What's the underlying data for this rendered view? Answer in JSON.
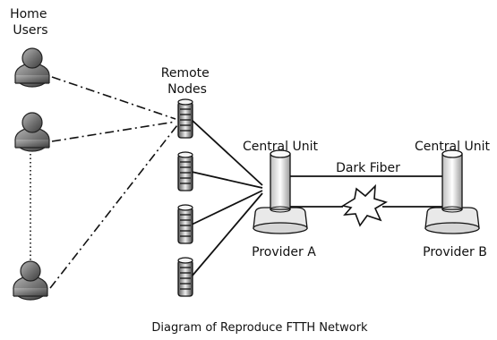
{
  "home_users_label": [
    "Home",
    "Users"
  ],
  "remote_nodes_label": [
    "Remote",
    "Nodes"
  ],
  "central_unit_left_label": "Central Unit",
  "central_unit_right_label": "Central Unit",
  "dark_fiber_label": "Dark Fiber",
  "provider_a_label": "Provider A",
  "provider_b_label": "Provider B",
  "caption": "Diagram of Reproduce FTTH Network",
  "icons": {
    "home_user": "person-icon",
    "remote_node": "remote-node-icon",
    "central_unit": "central-unit-icon",
    "break": "starburst-icon"
  },
  "colors": {
    "person_fill": "#7a7a7a",
    "line": "#111111",
    "equipment_fill": "#f2f2f2"
  }
}
